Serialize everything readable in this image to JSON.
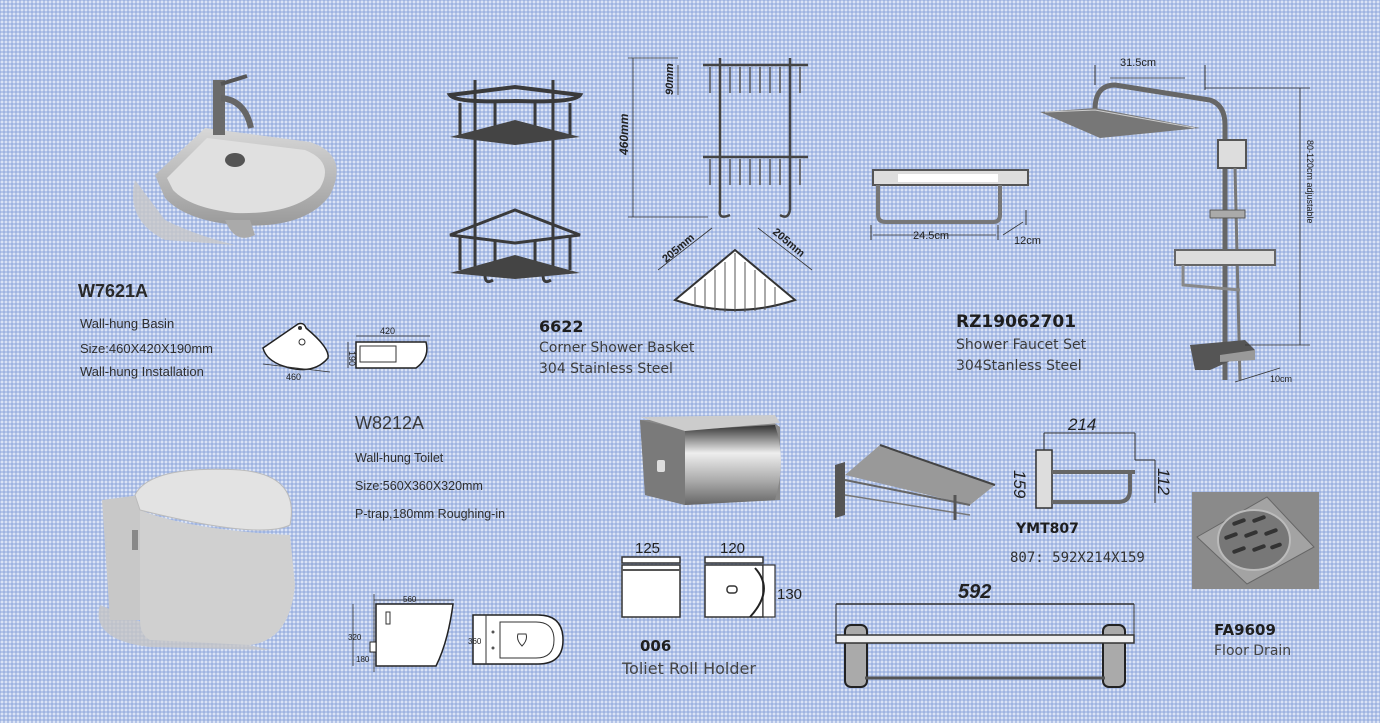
{
  "products": {
    "basin": {
      "model": "W7621A",
      "lines": [
        "Wall-hung Basin",
        "Size:460X420X190mm",
        "Wall-hung Installation"
      ],
      "dims": {
        "width": "460",
        "depth": "420",
        "height": "190"
      }
    },
    "corner_basket": {
      "model": "6622",
      "name": "Corner Shower Basket",
      "material": "304 Stainless Steel",
      "dims": {
        "height": "460mm",
        "shelf_gap": "90mm",
        "side_a": "205mm",
        "side_b": "205mm"
      }
    },
    "shower_set": {
      "model": "RZ19062701",
      "name": "Shower Faucet Set",
      "material": "304Stanless Steel",
      "dims": {
        "arm": "31.5cm",
        "height": "80-120cm adjustable",
        "spout": "10cm",
        "shelf_width": "24.5cm",
        "shelf_depth": "12cm"
      }
    },
    "toilet": {
      "model": "W8212A",
      "lines": [
        "Wall-hung Toilet",
        "Size:560X360X320mm",
        "P-trap,180mm Roughing-in"
      ],
      "dims": {
        "length": "560",
        "height": "320",
        "rough_in": "180",
        "width": "360"
      }
    },
    "roll_holder": {
      "model": "006",
      "name": "Toliet Roll Holder",
      "dims": {
        "front_width": "125",
        "side_width": "120",
        "height": "130"
      }
    },
    "towel_rack": {
      "model": "YMT807",
      "spec": "807: 592X214X159",
      "dims": {
        "length": "592",
        "depth": "214",
        "height": "159",
        "bar_height": "112"
      }
    },
    "floor_drain": {
      "model": "FA9609",
      "name": "Floor Drain"
    }
  }
}
